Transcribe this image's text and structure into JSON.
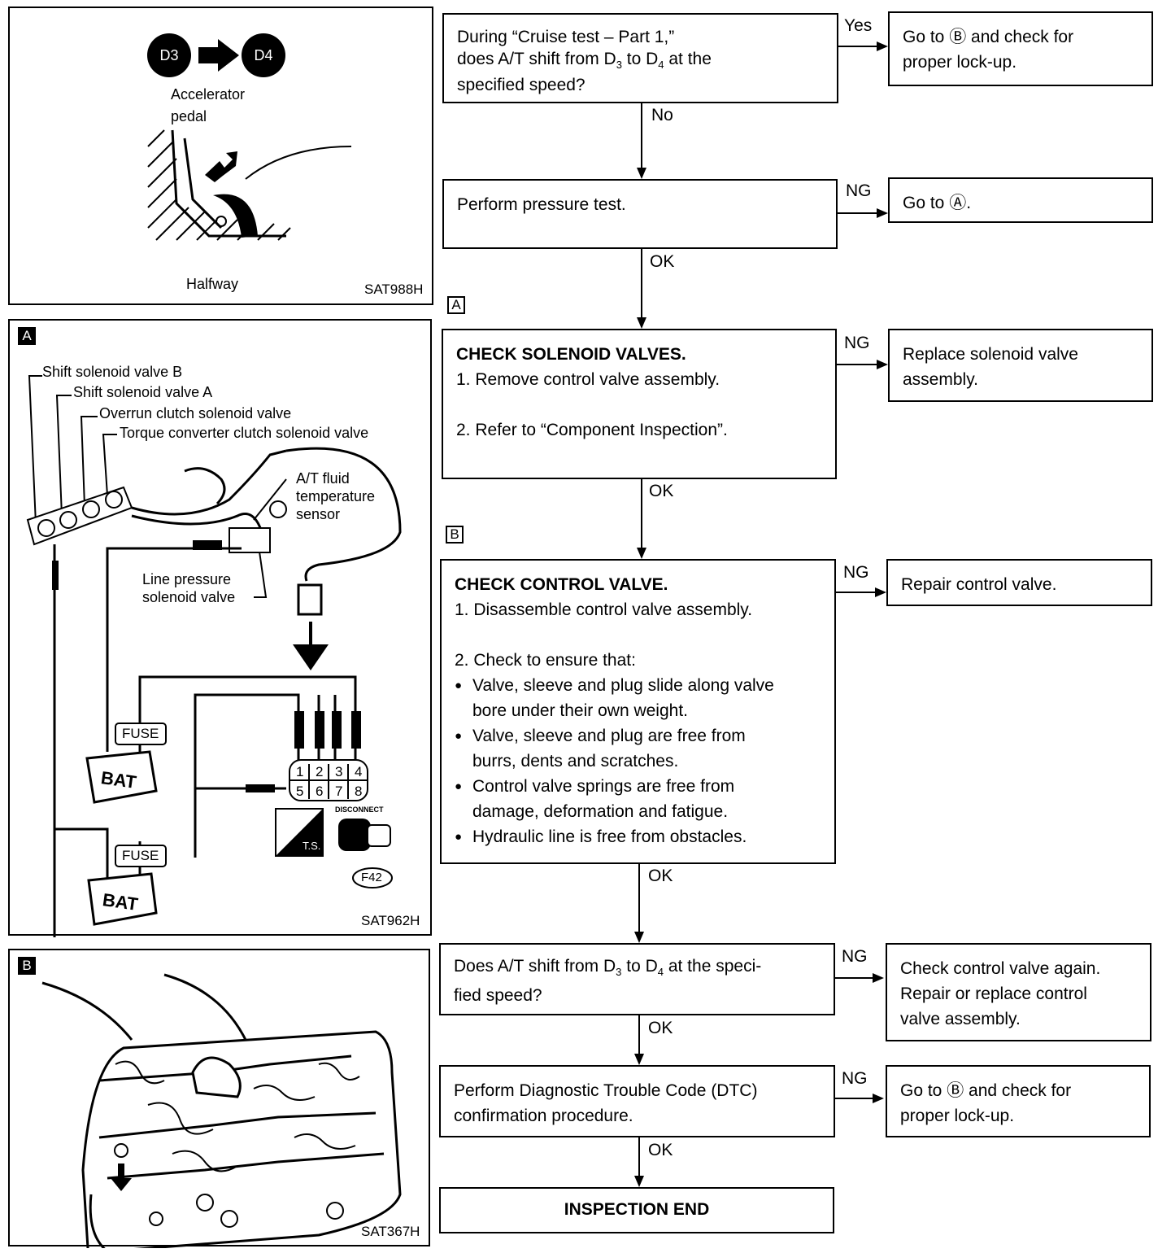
{
  "panel1": {
    "d3": "D3",
    "d4": "D4",
    "accel": "Accelerator",
    "pedal": "pedal",
    "halfway": "Halfway",
    "code": "SAT988H"
  },
  "panel2": {
    "tag": "A",
    "shift_b": "Shift solenoid valve B",
    "shift_a": "Shift solenoid valve A",
    "overrun": "Overrun clutch solenoid valve",
    "torque": "Torque converter clutch solenoid valve",
    "at_fluid_1": "A/T fluid",
    "at_fluid_2": "temperature",
    "at_fluid_3": "sensor",
    "line_pressure_1": "Line pressure",
    "line_pressure_2": "solenoid valve",
    "fuse": "FUSE",
    "bat": "BAT",
    "pins": [
      "1",
      "2",
      "3",
      "4",
      "5",
      "6",
      "7",
      "8"
    ],
    "disconnect": "DISCONNECT",
    "ts": "T.S.",
    "f42": "F42",
    "code": "SAT962H"
  },
  "panel3": {
    "tag": "B",
    "code": "SAT367H"
  },
  "flow": {
    "q1": {
      "line1": "During “Cruise test – Part 1,”",
      "line2_a": "does A/T shift from D",
      "line2_b": " to D",
      "line2_c": " at the",
      "line3": "specified speed?",
      "sub3": "3",
      "sub4": "4"
    },
    "yes": "Yes",
    "q1_yes_box": {
      "line1": "Go to Ⓑ and check for",
      "line2": "proper lock-up."
    },
    "no": "No",
    "pressure": "Perform pressure test.",
    "ng1": "NG",
    "pressure_ng_box": "Go to Ⓐ.",
    "ok1": "OK",
    "tag_a": "A",
    "solenoid": {
      "title": "CHECK SOLENOID VALVES.",
      "step1": "1. Remove control valve assembly.",
      "step2": "2. Refer to “Component Inspection”."
    },
    "ng2": "NG",
    "solenoid_ng_box": {
      "line1": "Replace solenoid valve",
      "line2": "assembly."
    },
    "ok2": "OK",
    "tag_b": "B",
    "control": {
      "title": "CHECK CONTROL VALVE.",
      "step1": "1. Disassemble control valve assembly.",
      "step2": "2. Check to ensure that:",
      "bullets": [
        [
          "Valve, sleeve and plug slide along valve",
          "bore under their own weight."
        ],
        [
          "Valve, sleeve and plug are free from",
          "burrs, dents and scratches."
        ],
        [
          "Control valve springs are free from",
          "damage, deformation and fatigue."
        ],
        [
          "Hydraulic line is free from obstacles.",
          ""
        ]
      ]
    },
    "ng3": "NG",
    "control_ng_box": "Repair control valve.",
    "ok3": "OK",
    "q2": {
      "line1_a": "Does A/T shift from D",
      "line1_b": " to D",
      "line1_c": " at the speci-",
      "line2": "fied speed?",
      "sub3": "3",
      "sub4": "4"
    },
    "ng4": "NG",
    "q2_ng_box": {
      "line1": "Check control valve again.",
      "line2": "Repair or replace control",
      "line3": "valve assembly."
    },
    "ok4": "OK",
    "dtc": {
      "line1": "Perform Diagnostic Trouble Code (DTC)",
      "line2": "confirmation procedure."
    },
    "ng5": "NG",
    "dtc_ng_box": {
      "line1": "Go to Ⓑ and check for",
      "line2": "proper lock-up."
    },
    "ok5": "OK",
    "end": "INSPECTION END"
  }
}
